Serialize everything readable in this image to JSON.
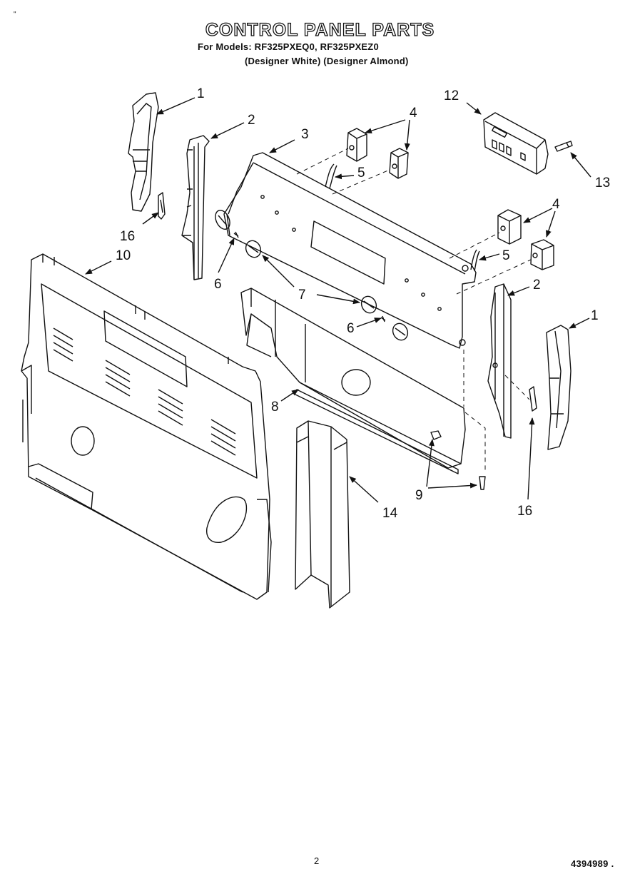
{
  "header": {
    "title": "CONTROL PANEL PARTS",
    "models_line": "For Models: RF325PXEQ0, RF325PXEZ0",
    "variants_line": "(Designer White) (Designer Almond)",
    "corner_mark": "\""
  },
  "callouts": {
    "c1_left": "1",
    "c2_left": "2",
    "c3": "3",
    "c4_top": "4",
    "c5_top": "5",
    "c12": "12",
    "c13": "13",
    "c16_left": "16",
    "c10": "10",
    "c6_left": "6",
    "c7": "7",
    "c4_right": "4",
    "c5_right": "5",
    "c2_right": "2",
    "c1_right": "1",
    "c6_mid": "6",
    "c8": "8",
    "c9": "9",
    "c14": "14",
    "c16_right": "16"
  },
  "footer": {
    "page_number": "2",
    "document_number": "4394989 ."
  }
}
